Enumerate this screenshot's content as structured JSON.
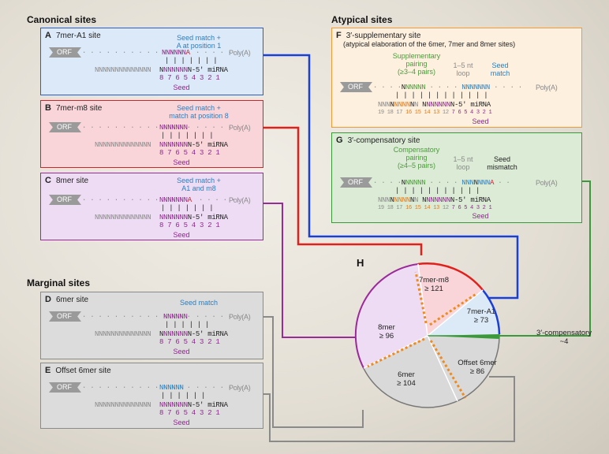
{
  "sections": {
    "canonical": "Canonical sites",
    "atypical": "Atypical sites",
    "marginal": "Marginal sites"
  },
  "panels": {
    "A": {
      "letter": "A",
      "title": "7mer-A1 site",
      "note_line1": "Seed match +",
      "note_line2": "A at position 1"
    },
    "B": {
      "letter": "B",
      "title": "7mer-m8 site",
      "note_line1": "Seed match +",
      "note_line2": "match at position 8"
    },
    "C": {
      "letter": "C",
      "title": "8mer site",
      "note_line1": "Seed match +",
      "note_line2": "A1 and m8"
    },
    "D": {
      "letter": "D",
      "title": "6mer site",
      "note_line1": "Seed match",
      "note_line2": ""
    },
    "E": {
      "letter": "E",
      "title": "Offset 6mer site",
      "note_line1": "",
      "note_line2": ""
    },
    "F": {
      "letter": "F",
      "title": "3′-supplementary site",
      "subtitle": "(atypical elaboration of the 6mer, 7mer and 8mer sites)",
      "pairing_line1": "Supplementary",
      "pairing_line2": "pairing",
      "pairing_line3": "(≥3–4 pairs)",
      "loop_line1": "1–5 nt",
      "loop_line2": "loop",
      "seed_line1": "Seed",
      "seed_line2": "match"
    },
    "G": {
      "letter": "G",
      "title": "3′-compensatory site",
      "pairing_line1": "Compensatory",
      "pairing_line2": "pairing",
      "pairing_line3": "(≥4–5 pairs)",
      "loop_line1": "1–5 nt",
      "loop_line2": "loop",
      "seed_line1": "Seed",
      "seed_line2": "mismatch"
    }
  },
  "common": {
    "orf": "ORF",
    "polya": "Poly(A)",
    "mirna_suffix": "N-5′ miRNA",
    "seed": "Seed",
    "positions": "8 7 6 5 4 3 2 1",
    "mirna_tail": "NNNNNNNNNNNNNN",
    "dots": "· · · · · · · · · · · · · ·",
    "bars": "| | | | | | |"
  },
  "pie": {
    "letter": "H",
    "slices": [
      {
        "name": "7mer-m8",
        "count": "≥ 121",
        "color": "#f9d5d9"
      },
      {
        "name": "7mer-A1",
        "count": "≥ 73",
        "color": "#dce9f7"
      },
      {
        "name": "3′-compensatory",
        "count": "~4",
        "color": "#dcebd6"
      },
      {
        "name": "Offset 6mer",
        "count": "≥ 86",
        "color": "#d9d9d9"
      },
      {
        "name": "6mer",
        "count": "≥ 104",
        "color": "#d9d9d9"
      },
      {
        "name": "8mer",
        "count": "≥ 96",
        "color": "#eedcf4"
      }
    ]
  },
  "colors": {
    "blue": "#1a3fd6",
    "red": "#e0201a",
    "purple": "#9a2a9a",
    "green": "#3a9a3a",
    "gray": "#8a8a8a",
    "orange": "#f08a1e"
  }
}
